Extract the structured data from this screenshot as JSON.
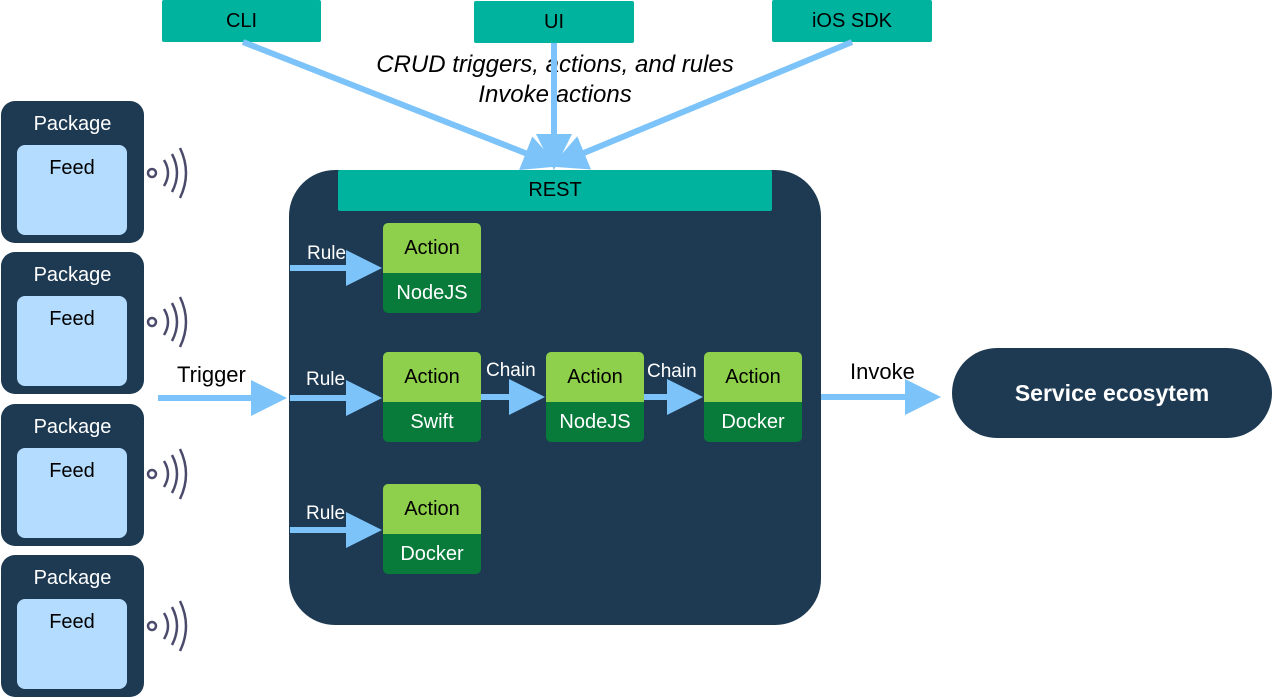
{
  "clients": [
    {
      "label": "CLI"
    },
    {
      "label": "UI"
    },
    {
      "label": "iOS SDK"
    }
  ],
  "notes": {
    "line1": "CRUD triggers, actions, and rules",
    "line2": "Invoke actions"
  },
  "packages": [
    {
      "title": "Package",
      "feed": "Feed"
    },
    {
      "title": "Package",
      "feed": "Feed"
    },
    {
      "title": "Package",
      "feed": "Feed"
    },
    {
      "title": "Package",
      "feed": "Feed"
    }
  ],
  "trigger_label": "Trigger",
  "rest_label": "REST",
  "rules": [
    "Rule",
    "Rule",
    "Rule"
  ],
  "chains": [
    "Chain",
    "Chain"
  ],
  "actions": [
    {
      "title": "Action",
      "runtime": "NodeJS"
    },
    {
      "title": "Action",
      "runtime": "Swift"
    },
    {
      "title": "Action",
      "runtime": "NodeJS"
    },
    {
      "title": "Action",
      "runtime": "Docker"
    },
    {
      "title": "Action",
      "runtime": "Docker"
    }
  ],
  "invoke_label": "Invoke",
  "service_label": "Service ecosytem",
  "colors": {
    "navy": "#1e3a52",
    "teal": "#00b39e",
    "arrow": "#7cc3fa",
    "action_light": "#8ed04b",
    "action_dark": "#087a3a",
    "feed": "#b3dcff"
  }
}
